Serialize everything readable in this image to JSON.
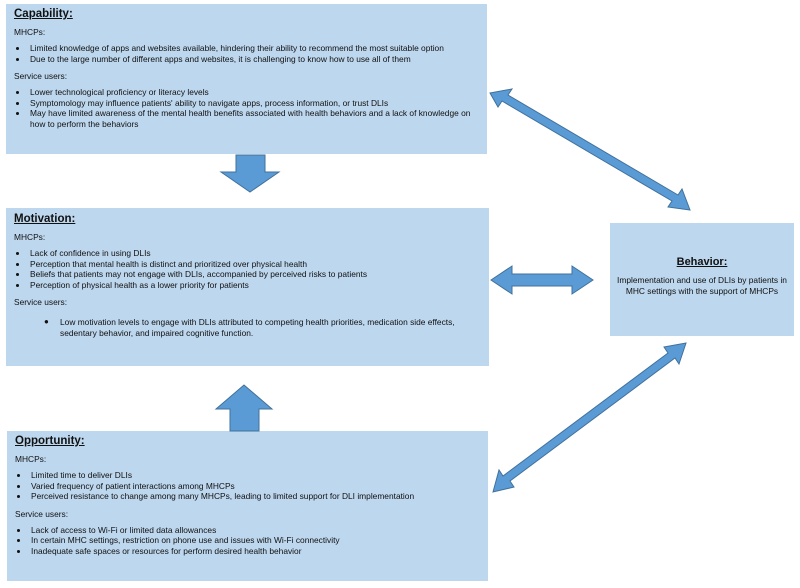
{
  "capability": {
    "title": "Capability:",
    "mhcps_label": "MHCPs:",
    "mhcps_items": [
      "Limited knowledge of apps and websites available, hindering their ability to recommend the most suitable option",
      "Due to the large number of different apps and websites, it is challenging to know how to use all of them"
    ],
    "service_label": "Service users:",
    "service_items": [
      "Lower technological proficiency or literacy levels",
      "Symptomology may influence patients' ability to navigate apps, process information, or trust DLIs",
      "May have limited awareness of the mental health benefits associated with health behaviors and a lack of knowledge on how to perform the behaviors"
    ]
  },
  "motivation": {
    "title": "Motivation:",
    "mhcps_label": "MHCPs:",
    "mhcps_items": [
      "Lack of confidence in using DLIs",
      "Perception that mental health is distinct and prioritized over physical health",
      "Beliefs that patients may not engage with DLIs, accompanied by perceived risks to patients",
      "Perception of physical health as a lower priority for patients"
    ],
    "service_label": "Service users:",
    "service_items": [
      "Low motivation levels to engage with DLIs attributed to competing health priorities, medication side effects, sedentary behavior, and impaired cognitive function."
    ]
  },
  "opportunity": {
    "title": "Opportunity:",
    "mhcps_label": "MHCPs:",
    "mhcps_items": [
      "Limited time to deliver DLIs",
      "Varied frequency of patient interactions among MHCPs",
      "Perceived resistance to change among many MHCPs, leading to limited support for DLI implementation"
    ],
    "service_label": "Service users:",
    "service_items": [
      "Lack of access to Wi-Fi or limited data allowances",
      "In  certain MHC settings, restriction on phone use and issues with Wi-Fi connectivity",
      "Inadequate safe spaces or resources for perform desired health behavior"
    ]
  },
  "behavior": {
    "title": "Behavior:",
    "description": "Implementation and use of DLIs by patients in MHC settings with the support of MHCPs"
  },
  "colors": {
    "box_fill": "#bdd7ee",
    "arrow_fill": "#5b9bd5",
    "arrow_stroke": "#41719c"
  }
}
